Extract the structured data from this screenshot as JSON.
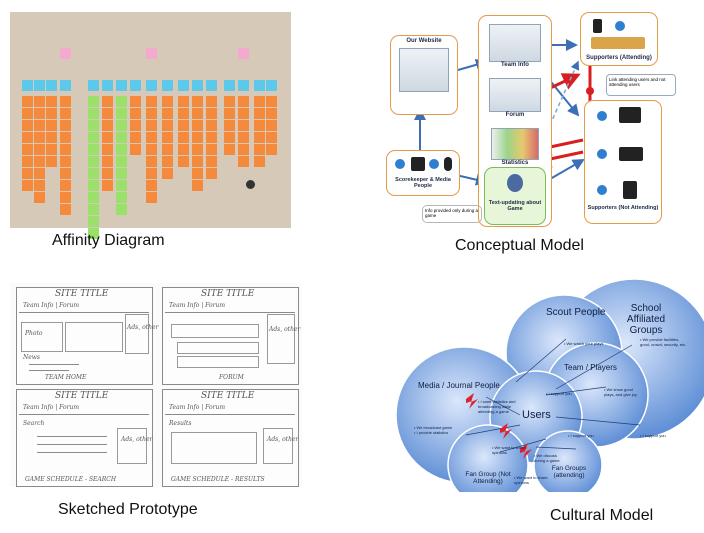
{
  "captions": {
    "affinity": "Affinity Diagram",
    "conceptual": "Conceptual Model",
    "sketched": "Sketched Prototype",
    "cultural": "Cultural Model"
  },
  "conceptual_model": {
    "our_website": "Our Website",
    "team_info": "Team Info",
    "forum": "Forum",
    "statistics": "Statistics",
    "text_updating": "Text-updating about Game",
    "scorekeeper": "Scorekeeper & Media People",
    "supporters_attending": "Supporters (Attending)",
    "supporters_not_attending": "Supporters (Not Attending)",
    "link_note": "Link attending users and not attending users",
    "info_note": "Info provided only during a game"
  },
  "cultural_model": {
    "scout_people": "Scout People",
    "school_groups": "School Affiliated Groups",
    "team_players": "Team / Players",
    "media": "Media / Journal People",
    "users": "Users",
    "fan_group_not": "Fan Group (Not Attending)",
    "fan_groups_att": "Fan Groups (attending)",
    "n_watch": "• We watch your plays",
    "n_facilities": "• We provide facilities, good, crowd, security, etc.",
    "n_show": "• We show good plays, and give joy",
    "n_support1": "• I support you",
    "n_support2": "• I support you",
    "n_support3": "• I support you",
    "n_stats": "• I want statistics and broadcasting while attending a game",
    "n_broadcast": "• We broadcast game • I provide statistics",
    "n_share1": "• We want to share opinions",
    "n_share2": "• We want to share opinions",
    "n_discuss": "• We discuss during a game"
  },
  "sketches": {
    "s1": {
      "title": "SITE TITLE",
      "tabs": "Team Info | Forum",
      "left": "Photo",
      "right": "Ads, other",
      "caption": "TEAM HOME",
      "news": "News"
    },
    "s2": {
      "title": "SITE TITLE",
      "tabs": "Team Info | Forum",
      "right": "Ads, other",
      "caption": "FORUM"
    },
    "s3": {
      "title": "SITE TITLE",
      "tabs": "Team Info | Forum",
      "right": "Ads, other",
      "caption": "GAME SCHEDULE - SEARCH",
      "search": "Search"
    },
    "s4": {
      "title": "SITE TITLE",
      "tabs": "Team Info | Forum",
      "right": "Ads, other",
      "caption": "GAME SCHEDULE - RESULTS",
      "results": "Results"
    }
  },
  "colors": {
    "note_orange": "#f58a3c",
    "note_green": "#9be06a",
    "note_blue": "#5cc8ea",
    "note_pink": "#f6a9cf",
    "circle_blue": "#6f9fe0",
    "box_orange": "#e59a4a",
    "arrow_red": "#d81e1e",
    "arrow_blue": "#3d6fb6"
  }
}
